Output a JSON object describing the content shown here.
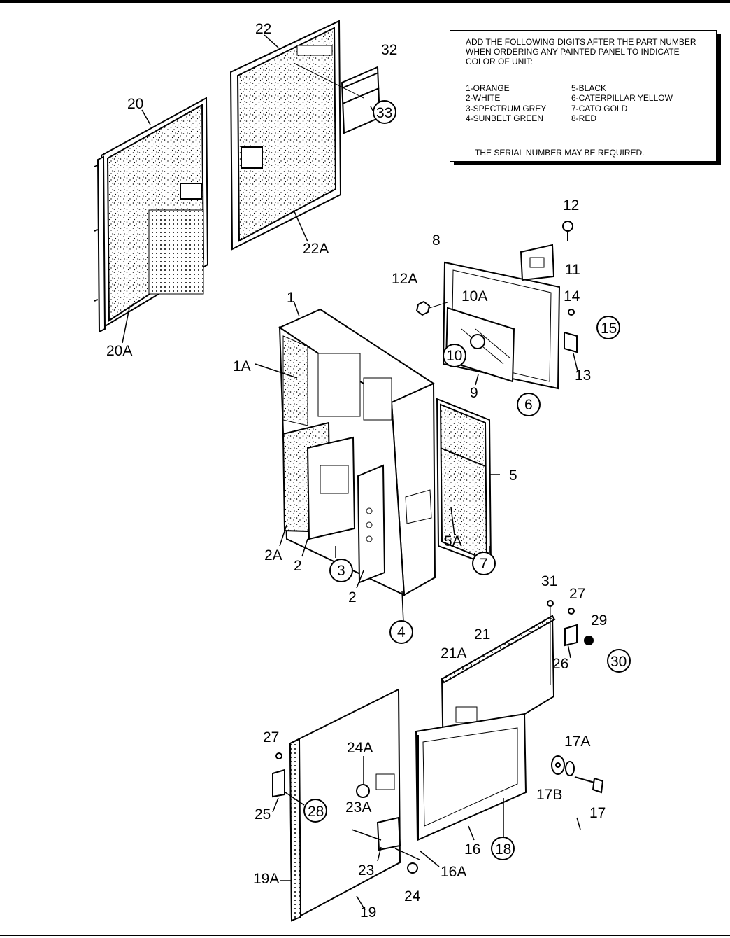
{
  "legend": {
    "note": "ADD THE FOLLOWING DIGITS AFTER THE PART NUMBER WHEN ORDERING ANY PAINTED PANEL TO INDICATE COLOR OF UNIT:",
    "colors_left": [
      "1-ORANGE",
      "2-WHITE",
      "3-SPECTRUM GREY",
      "4-SUNBELT GREEN"
    ],
    "colors_right": [
      "5-BLACK",
      "6-CATERPILLAR YELLOW",
      "7-CATO GOLD",
      "8-RED"
    ],
    "serial_note": "THE SERIAL NUMBER MAY BE REQUIRED."
  },
  "callouts": {
    "c1": "1",
    "c1A": "1A",
    "c2a": "2",
    "c2b": "2",
    "c2A": "2A",
    "c3": "3",
    "c4": "4",
    "c5": "5",
    "c5A": "5A",
    "c6": "6",
    "c7": "7",
    "c8": "8",
    "c9": "9",
    "c10": "10",
    "c10A": "10A",
    "c11": "11",
    "c12": "12",
    "c12A": "12A",
    "c13": "13",
    "c14": "14",
    "c15": "15",
    "c16": "16",
    "c16A": "16A",
    "c17": "17",
    "c17A": "17A",
    "c17B": "17B",
    "c18": "18",
    "c19": "19",
    "c19A": "19A",
    "c20": "20",
    "c20A": "20A",
    "c21": "21",
    "c21A": "21A",
    "c22": "22",
    "c22A": "22A",
    "c23": "23",
    "c23A": "23A",
    "c24": "24",
    "c24A": "24A",
    "c25": "25",
    "c26": "26",
    "c27a": "27",
    "c27b": "27",
    "c28": "28",
    "c29": "29",
    "c30": "30",
    "c31": "31",
    "c32": "32",
    "c33": "33"
  }
}
